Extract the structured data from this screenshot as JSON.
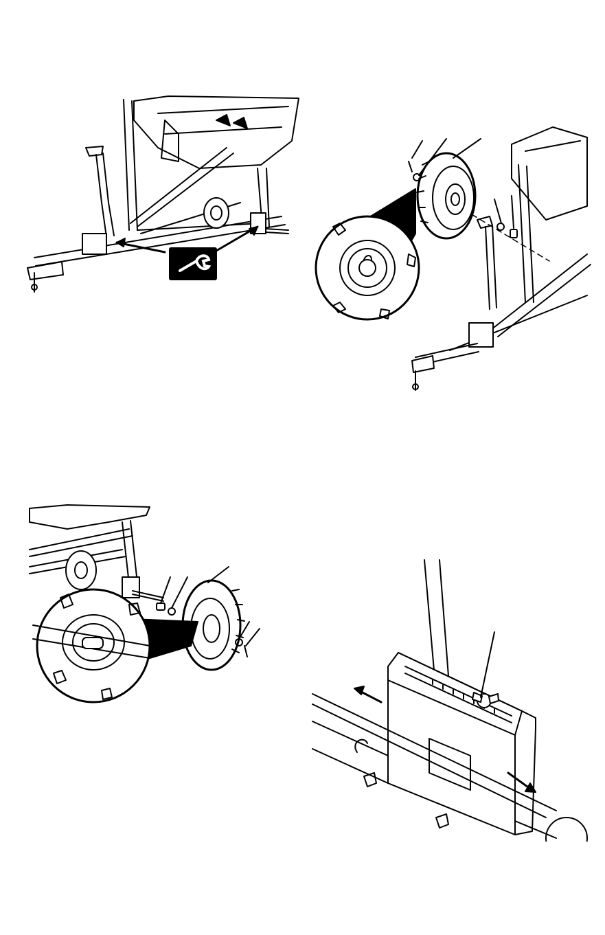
{
  "figures": [
    {
      "id": "fig-tighten-hardware",
      "icon": "wrench-icon"
    },
    {
      "id": "fig-left-wheel-install"
    },
    {
      "id": "fig-right-wheel-install"
    },
    {
      "id": "fig-control-plate-adjust"
    }
  ],
  "colors": {
    "ink": "#000000",
    "paper": "#ffffff",
    "shade": "#e6e6e6"
  }
}
